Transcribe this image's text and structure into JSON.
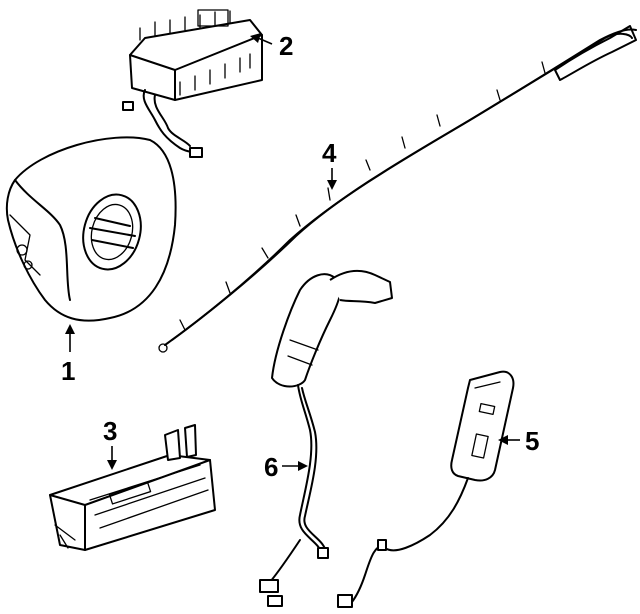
{
  "diagram": {
    "callouts": [
      {
        "id": "1",
        "label": "1"
      },
      {
        "id": "2",
        "label": "2"
      },
      {
        "id": "3",
        "label": "3"
      },
      {
        "id": "4",
        "label": "4"
      },
      {
        "id": "5",
        "label": "5"
      },
      {
        "id": "6",
        "label": "6"
      }
    ]
  }
}
